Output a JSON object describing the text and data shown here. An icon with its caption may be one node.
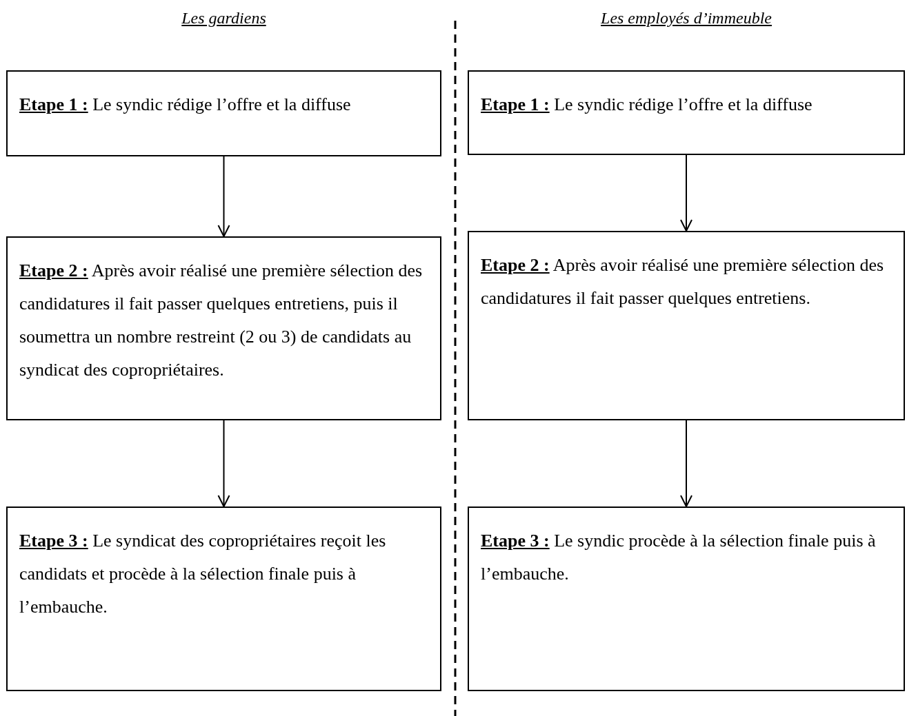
{
  "diagram": {
    "nodes": [
      {
        "text": [
          "**Etape 1 :** Le syndic rédige l’offre et la diffuse"
        ]
      },
      {
        "text": [
          "**Etape 2 :** Après avoir réalisé une première sélection des candidatures il fait passer quelques entretiens, puis il soumettra un nombre restreint (2 ou 3) de candidats au syndicat des copropriétaires."
        ]
      },
      {
        "text": [
          "**Etape 3 :** Le syndicat des copropriétaires reçoit les candidats et procède à la sélection finale puis à l’embauche."
        ]
      },
      {
        "text": [
          "**Etape 1 :** Le syndic rédige l’offre et la diffuse"
        ]
      },
      {
        "text": [
          "**Etape 2 :** Après avoir réalisé une première sélection des candidatures il fait passer quelques entretiens."
        ]
      },
      {
        "text": [
          "**Etape 3 :** Le syndic procède à la sélection finale puis à l’embauche."
        ]
      }
    ],
    "edges": [
      {
        "from": 0,
        "to": 1,
        "arrow": "to"
      },
      {
        "from": 1,
        "to": 2,
        "arrow": "to"
      },
      {
        "from": 3,
        "to": 4,
        "arrow": "to"
      },
      {
        "from": 4,
        "to": 5,
        "arrow": "to"
      }
    ],
    "labels": [
      "Les gardiens",
      "Les employés d’immeuble"
    ]
  }
}
